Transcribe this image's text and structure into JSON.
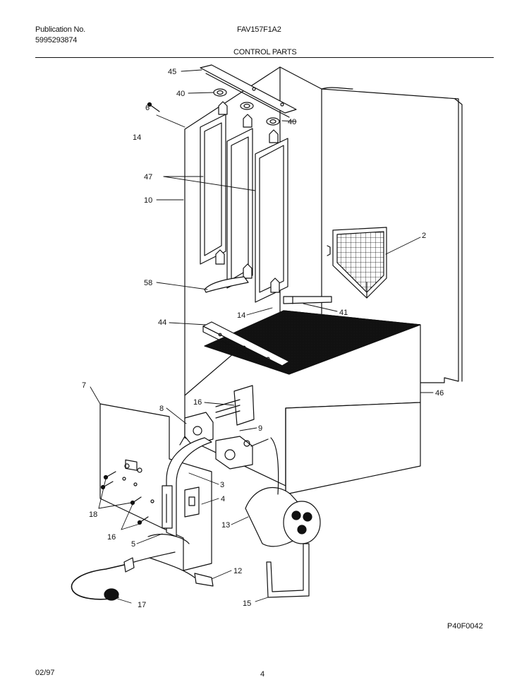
{
  "header": {
    "publication_label": "Publication No.",
    "publication_number": "5995293874",
    "model": "FAV157F1A2",
    "section_title": "CONTROL PARTS"
  },
  "callouts": {
    "c45": "45",
    "c40a": "40",
    "c40b": "40",
    "c6a": "6",
    "c14a": "14",
    "c47": "47",
    "c10": "10",
    "c2": "2",
    "c58": "58",
    "c14b": "14",
    "c41": "41",
    "c44": "44",
    "c7": "7",
    "c16a": "16",
    "c46": "46",
    "c8": "8",
    "c9": "9",
    "c3": "3",
    "c4": "4",
    "c18": "18",
    "c16b": "16",
    "c5": "5",
    "c13": "13",
    "c12": "12",
    "c17": "17",
    "c15": "15"
  },
  "figure_code": "P40F0042",
  "footer": {
    "date": "02/97",
    "page": "4"
  }
}
